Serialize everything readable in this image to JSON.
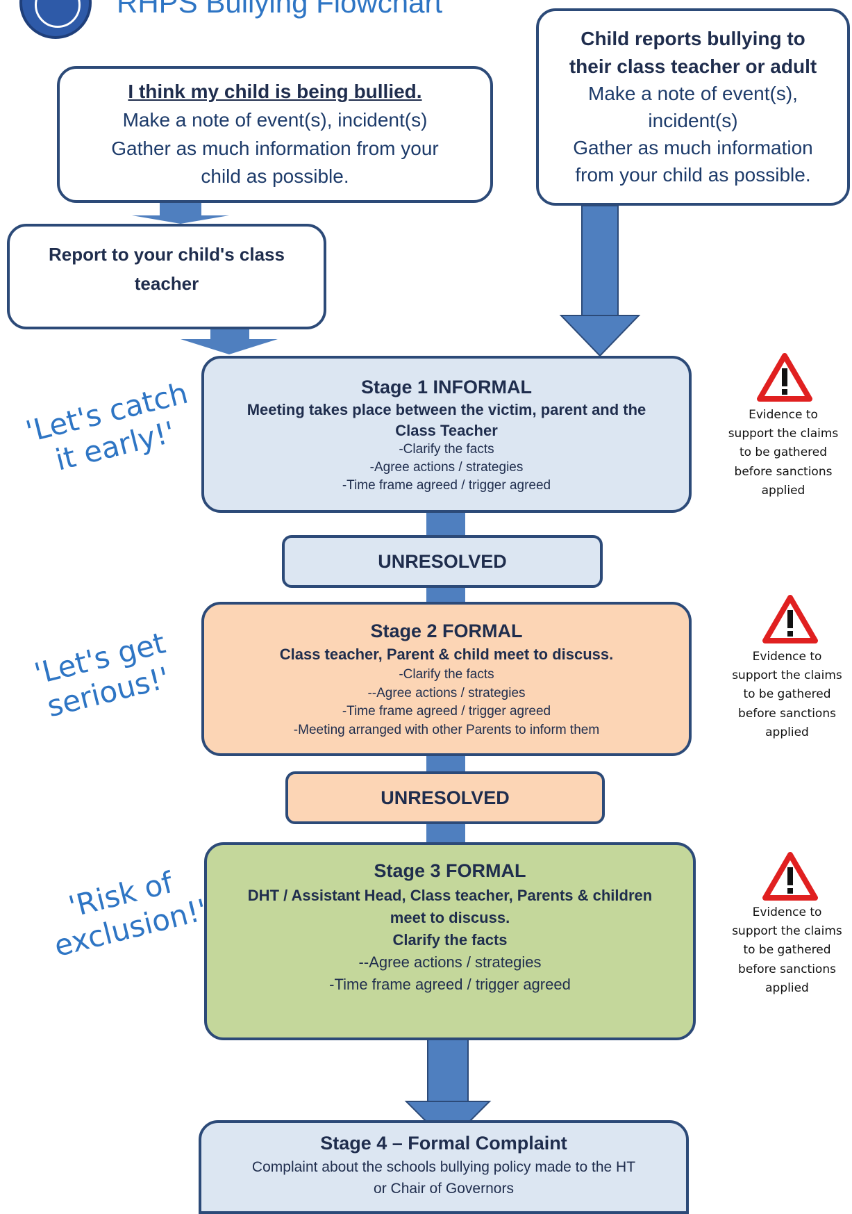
{
  "header": {
    "title": "RHPS Bullying Flowchart"
  },
  "boxes": {
    "parent_concern": {
      "heading": "I think my child is being bullied.",
      "lines": [
        "Make a note of event(s), incident(s)",
        "Gather as much information from your",
        "child as possible."
      ]
    },
    "child_reports": {
      "heading_lines": [
        "Child reports bullying to",
        "their class teacher or adult"
      ],
      "lines": [
        "Make a note of event(s),",
        "incident(s)",
        "Gather as much information",
        "from your child as possible."
      ]
    },
    "report_teacher": {
      "lines": [
        "Report to your child's class",
        "teacher"
      ]
    },
    "stage1": {
      "title": "Stage 1 INFORMAL",
      "subtitle_lines": [
        "Meeting takes place between the victim, parent and the",
        "Class Teacher"
      ],
      "items": [
        "-Clarify the facts",
        "-Agree actions / strategies",
        "-Time frame agreed / trigger agreed"
      ]
    },
    "unresolved_1": {
      "label": "UNRESOLVED"
    },
    "stage2": {
      "title": "Stage 2 FORMAL",
      "subtitle": "Class teacher, Parent & child meet to discuss.",
      "items": [
        "-Clarify the facts",
        "--Agree actions / strategies",
        "-Time frame agreed / trigger agreed",
        "-Meeting arranged with other Parents to inform them"
      ]
    },
    "unresolved_2": {
      "label": "UNRESOLVED"
    },
    "stage3": {
      "title": "Stage 3 FORMAL",
      "subtitle_lines": [
        "DHT / Assistant Head, Class teacher, Parents & children",
        "meet to discuss.",
        "Clarify the facts"
      ],
      "items": [
        "--Agree actions / strategies",
        "-Time frame agreed / trigger agreed"
      ]
    },
    "stage4": {
      "title": "Stage 4 – Formal Complaint",
      "lines": [
        "Complaint about the schools bullying policy made to the HT",
        "or Chair of Governors"
      ]
    }
  },
  "slogans": {
    "s1": [
      "'Let's catch",
      "it early!'"
    ],
    "s2": [
      "'Let's get",
      "serious!'"
    ],
    "s3": [
      "'Risk of",
      "exclusion!'"
    ]
  },
  "evidence_note": [
    "Evidence to",
    "support the claims",
    "to be gathered",
    "before sanctions",
    "applied"
  ],
  "colors": {
    "border": "#2c4a78",
    "arrow": "#4f7fbf",
    "stage1_fill": "#dce6f2",
    "stage2_fill": "#fcd5b5",
    "stage3_fill": "#c4d79b",
    "stage4_fill": "#dce6f2",
    "slogan": "#2e75c4",
    "warning_red": "#e02020"
  }
}
